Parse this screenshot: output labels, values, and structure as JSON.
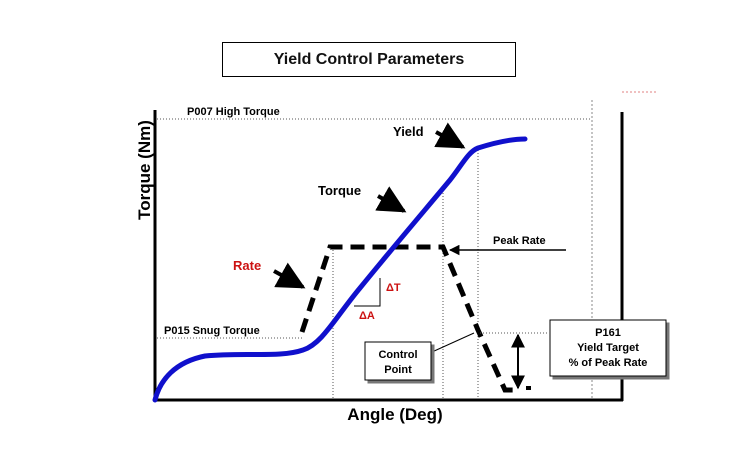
{
  "title": "Yield Control Parameters",
  "axes": {
    "y_label": "Torque (Nm)",
    "x_label": "Angle (Deg)"
  },
  "labels": {
    "high_torque": "P007 High Torque",
    "snug_torque": "P015 Snug Torque",
    "yield": "Yield",
    "torque": "Torque",
    "rate": "Rate",
    "peak_rate": "Peak Rate",
    "delta_t": "ΔT",
    "delta_a": "ΔA",
    "control_point": [
      "Control",
      "Point"
    ],
    "yield_target": [
      "P161",
      "Yield Target",
      "% of Peak Rate"
    ]
  },
  "colors": {
    "torque_curve": "#1010cc",
    "rate_line": "#000000",
    "rate_label": "#cc1111",
    "delta_labels": "#cc1111"
  }
}
